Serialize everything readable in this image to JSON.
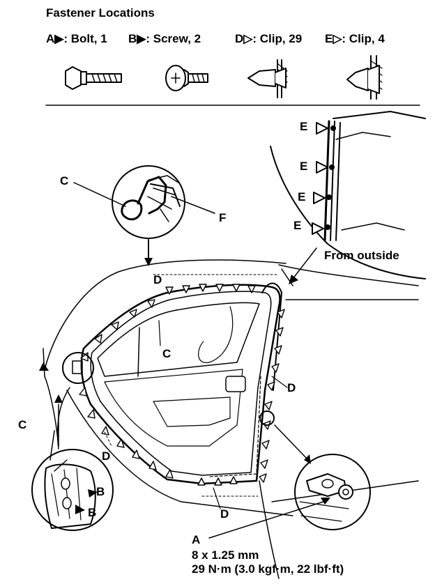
{
  "title": "Fastener Locations",
  "legend": [
    {
      "letter": "A",
      "marker": "filled-triangle",
      "text": ": Bolt, 1"
    },
    {
      "letter": "B",
      "marker": "filled-triangle",
      "text": ": Screw, 2"
    },
    {
      "letter": "D",
      "marker": "open-triangle",
      "text": ": Clip, 29"
    },
    {
      "letter": "E",
      "marker": "open-triangle",
      "text": ": Clip, 4"
    }
  ],
  "callouts": {
    "c_top": "C",
    "f": "F",
    "d_top": "D",
    "c_mid": "C",
    "d_right": "D",
    "c_left": "C",
    "d_left": "D",
    "b1": "B",
    "b2": "B",
    "d_bottom": "D",
    "a": "A",
    "e1": "E",
    "e2": "E",
    "e3": "E",
    "e4": "E"
  },
  "from_outside": "From outside",
  "spec": {
    "size": "8 x 1.25 mm",
    "torque": "29 N·m (3.0 kgf·m, 22 lbf·ft)"
  }
}
